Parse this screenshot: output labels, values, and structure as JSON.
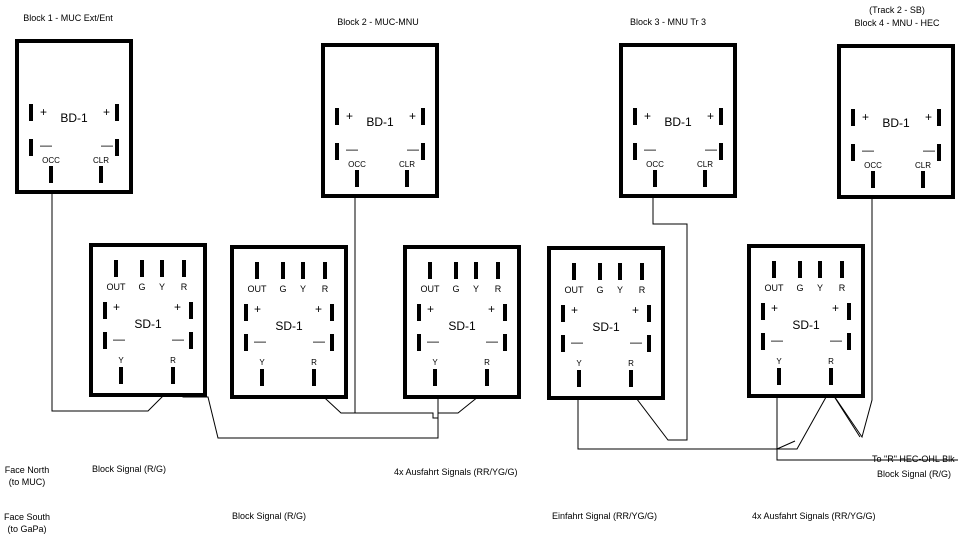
{
  "blocks": [
    {
      "heading": "Block 1 - MUC Ext/Ent",
      "heading_extra": "",
      "device": "BD-1",
      "occ": "OCC",
      "clr": "CLR",
      "plus": "+",
      "minus": "—"
    },
    {
      "heading": "Block 2 - MUC-MNU",
      "heading_extra": "",
      "device": "BD-1",
      "occ": "OCC",
      "clr": "CLR",
      "plus": "+",
      "minus": "—"
    },
    {
      "heading": "Block 3 - MNU Tr 3",
      "heading_extra": "",
      "device": "BD-1",
      "occ": "OCC",
      "clr": "CLR",
      "plus": "+",
      "minus": "—"
    },
    {
      "heading": "Block 4 - MNU - HEC",
      "heading_extra": "(Track 2 - SB)",
      "device": "BD-1",
      "occ": "OCC",
      "clr": "CLR",
      "plus": "+",
      "minus": "—"
    }
  ],
  "signals": [
    {
      "device": "SD-1",
      "out": "OUT",
      "g": "G",
      "y_top": "Y",
      "r_top": "R",
      "y": "Y",
      "r": "R",
      "plus": "+",
      "minus": "—"
    },
    {
      "device": "SD-1",
      "out": "OUT",
      "g": "G",
      "y_top": "Y",
      "r_top": "R",
      "y": "Y",
      "r": "R",
      "plus": "+",
      "minus": "—"
    },
    {
      "device": "SD-1",
      "out": "OUT",
      "g": "G",
      "y_top": "Y",
      "r_top": "R",
      "y": "Y",
      "r": "R",
      "plus": "+",
      "minus": "—"
    },
    {
      "device": "SD-1",
      "out": "OUT",
      "g": "G",
      "y_top": "Y",
      "r_top": "R",
      "y": "Y",
      "r": "R",
      "plus": "+",
      "minus": "—"
    },
    {
      "device": "SD-1",
      "out": "OUT",
      "g": "G",
      "y_top": "Y",
      "r_top": "R",
      "y": "Y",
      "r": "R",
      "plus": "+",
      "minus": "—"
    }
  ],
  "labels": {
    "face_north_1": "Face North",
    "face_north_2": "(to MUC)",
    "face_south_1": "Face South",
    "face_south_2": "(to GaPa)",
    "block_signal_rg_1": "Block Signal (R/G)",
    "ausfahrt_1": "4x Ausfahrt Signals (RR/YG/G)",
    "block_signal_rg_2": "Block Signal (R/G)",
    "einfahrt": "Einfahrt Signal (RR/YG/G)",
    "ausfahrt_2": "4x Ausfahrt Signals (RR/YG/G)",
    "to_hec_1": "To \"R\" HEC-OHL Blk",
    "to_hec_2": "Block Signal (R/G)"
  },
  "colors": {
    "ink": "#000000",
    "background": "#ffffff"
  }
}
